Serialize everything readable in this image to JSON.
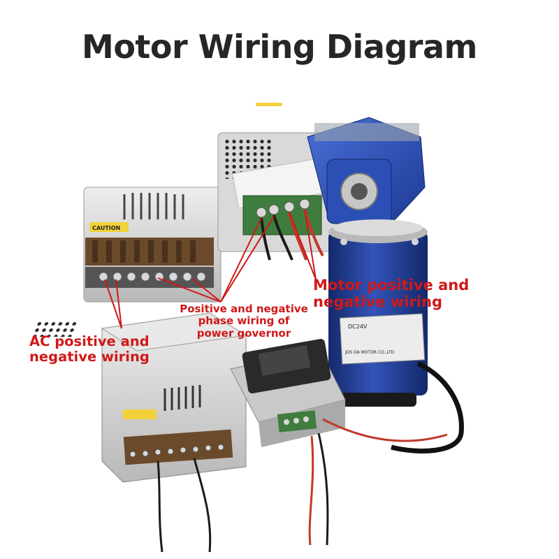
{
  "title": "Motor Wiring Diagram",
  "callouts": {
    "ac": {
      "line1": "AC positive and",
      "line2": "negative wiring"
    },
    "governor": {
      "line1": "Positive and negative",
      "line2": "phase wiring of",
      "line3": "power governor"
    },
    "motor": {
      "line1": "Motor positive and",
      "line2": "negative wiring"
    }
  },
  "label_text": {
    "psu_warning": "CAUTION",
    "motor_plate_voltage": "DC24V",
    "motor_plate_maker": "JDS DA MOTOR CO.,LTD"
  },
  "colors": {
    "callout": "#d01818",
    "title": "#262626",
    "accent": "#f4d03f",
    "motor_blue": "#1f3a8a",
    "terminal_green": "#3f7d3f",
    "terminal_brown": "#6b4a2b"
  }
}
